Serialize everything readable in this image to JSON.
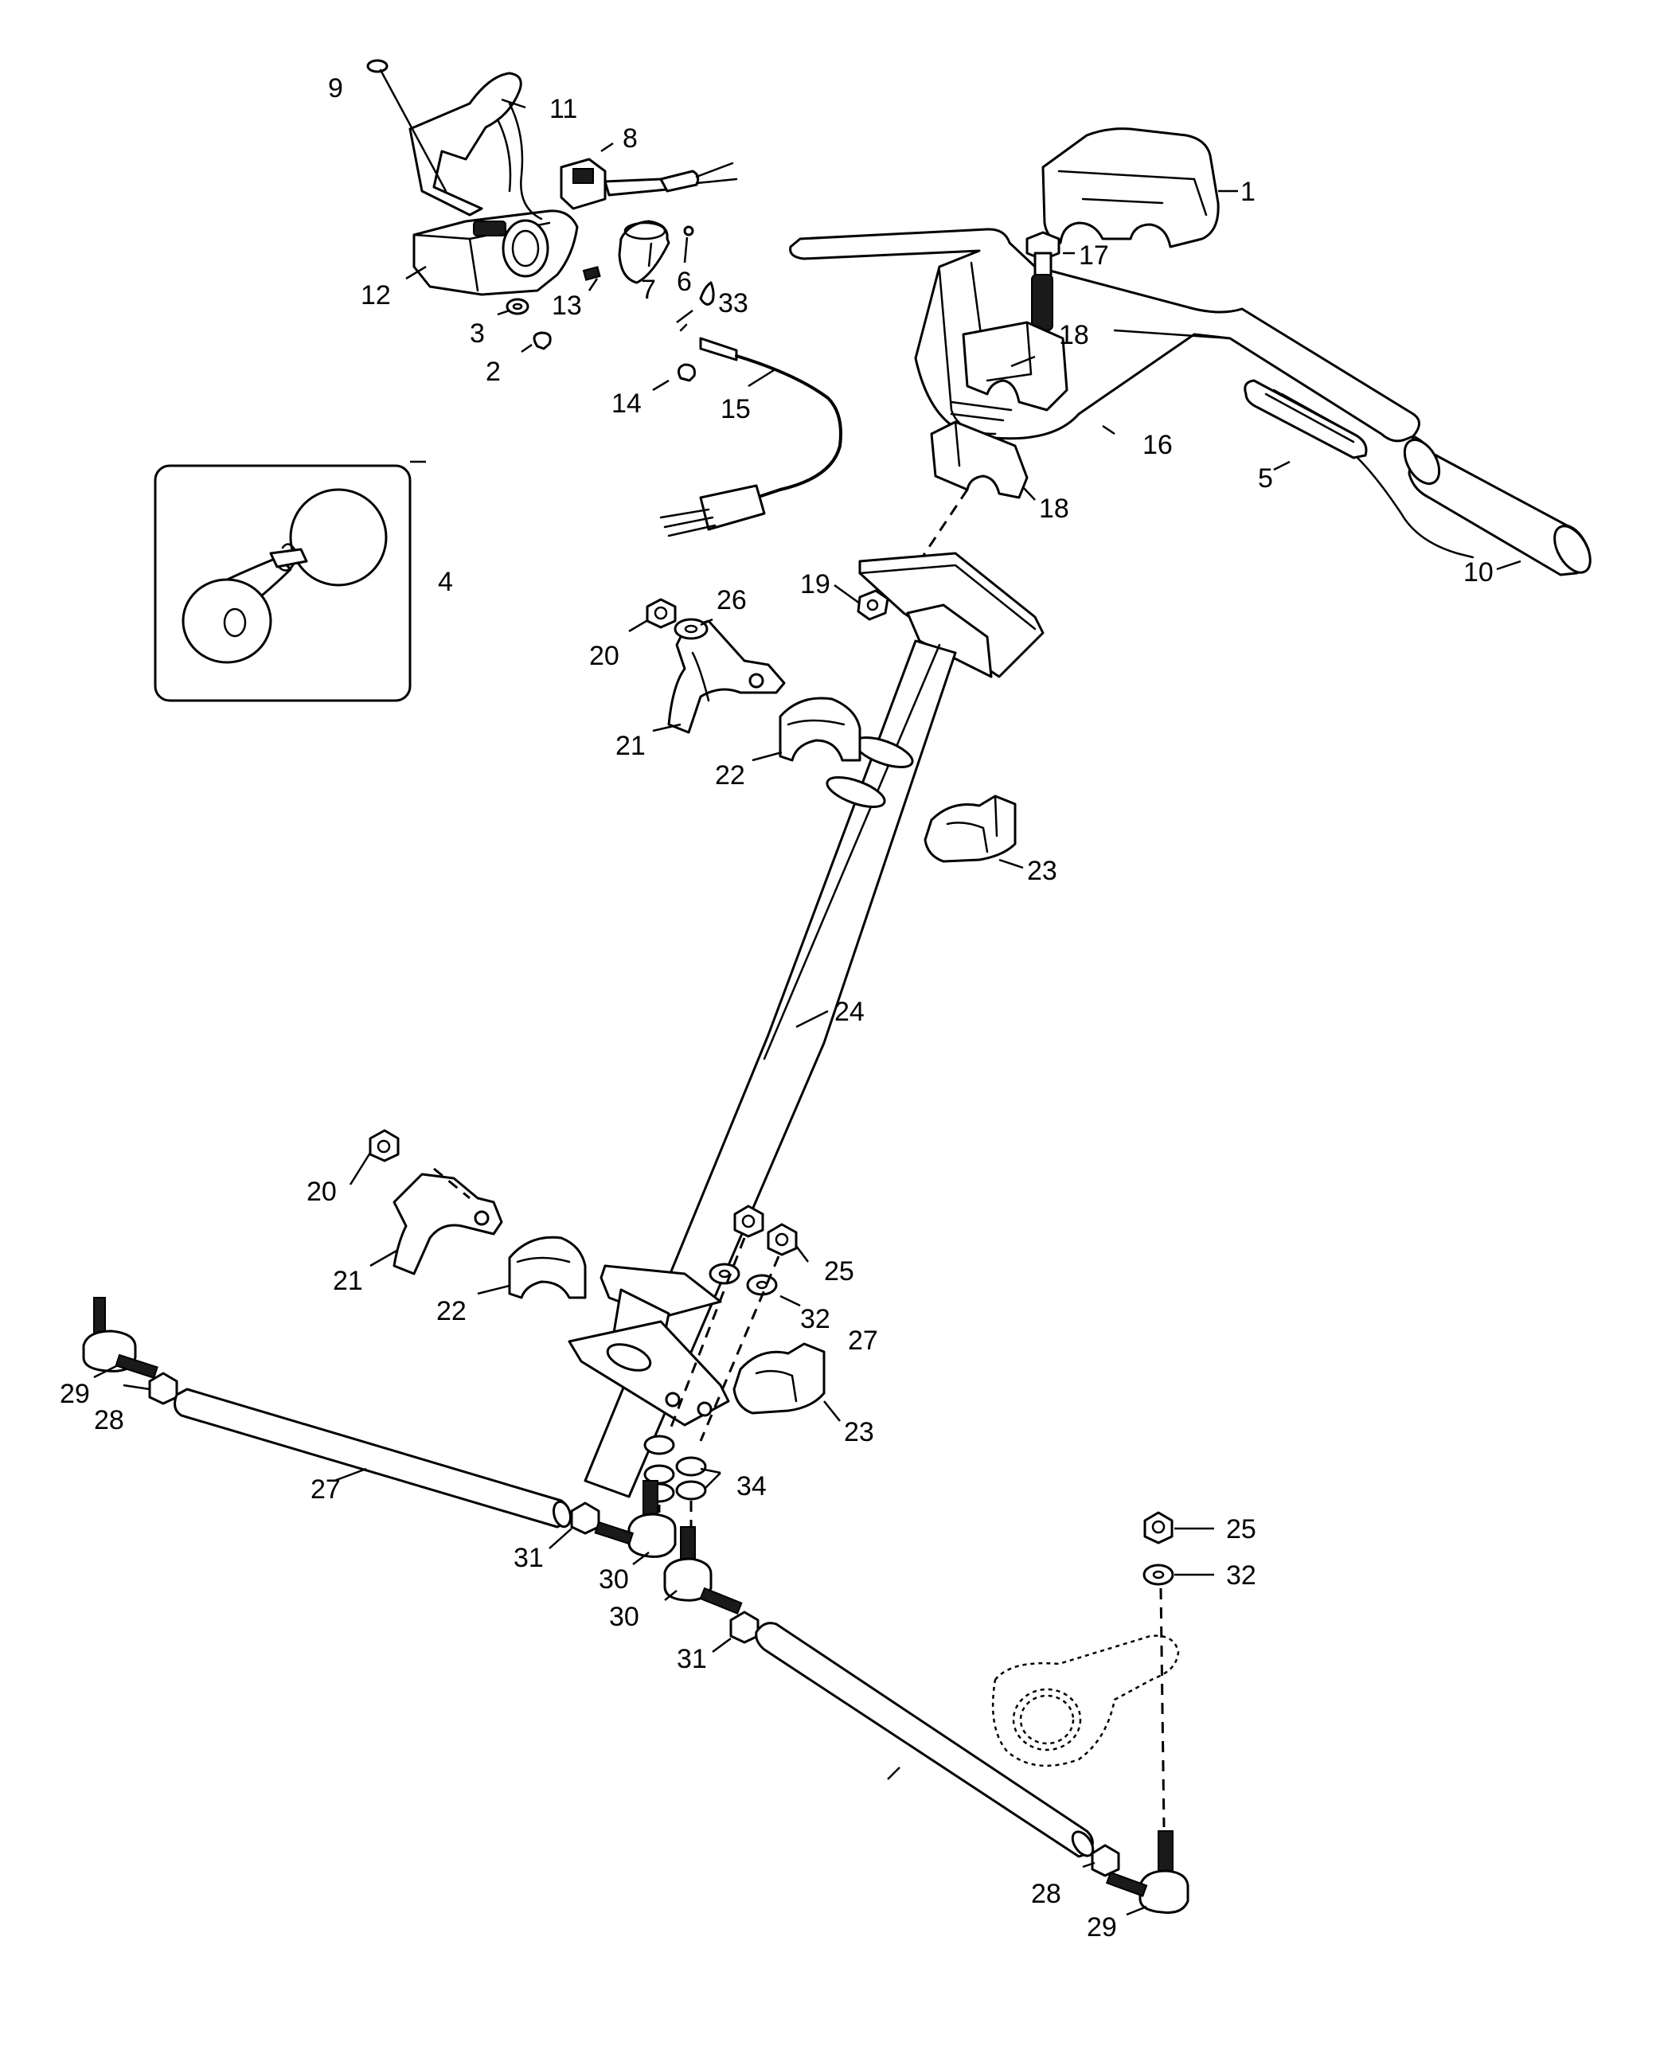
{
  "diagram": {
    "callouts": [
      {
        "id": "c1",
        "label": "1"
      },
      {
        "id": "c2",
        "label": "2"
      },
      {
        "id": "c3",
        "label": "3"
      },
      {
        "id": "c4",
        "label": "4"
      },
      {
        "id": "c5",
        "label": "5"
      },
      {
        "id": "c6",
        "label": "6"
      },
      {
        "id": "c7",
        "label": "7"
      },
      {
        "id": "c8",
        "label": "8"
      },
      {
        "id": "c9",
        "label": "9"
      },
      {
        "id": "c10",
        "label": "10"
      },
      {
        "id": "c11",
        "label": "11"
      },
      {
        "id": "c12",
        "label": "12"
      },
      {
        "id": "c13",
        "label": "13"
      },
      {
        "id": "c14",
        "label": "14"
      },
      {
        "id": "c15",
        "label": "15"
      },
      {
        "id": "c16",
        "label": "16"
      },
      {
        "id": "c17",
        "label": "17"
      },
      {
        "id": "c18a",
        "label": "18"
      },
      {
        "id": "c18b",
        "label": "18"
      },
      {
        "id": "c19",
        "label": "19"
      },
      {
        "id": "c20a",
        "label": "20"
      },
      {
        "id": "c20b",
        "label": "20"
      },
      {
        "id": "c21a",
        "label": "21"
      },
      {
        "id": "c21b",
        "label": "21"
      },
      {
        "id": "c22a",
        "label": "22"
      },
      {
        "id": "c22b",
        "label": "22"
      },
      {
        "id": "c23a",
        "label": "23"
      },
      {
        "id": "c23b",
        "label": "23"
      },
      {
        "id": "c24",
        "label": "24"
      },
      {
        "id": "c25a",
        "label": "25"
      },
      {
        "id": "c25b",
        "label": "25"
      },
      {
        "id": "c26",
        "label": "26"
      },
      {
        "id": "c27a",
        "label": "27"
      },
      {
        "id": "c27b",
        "label": "27"
      },
      {
        "id": "c28a",
        "label": "28"
      },
      {
        "id": "c28b",
        "label": "28"
      },
      {
        "id": "c29a",
        "label": "29"
      },
      {
        "id": "c29b",
        "label": "29"
      },
      {
        "id": "c30a",
        "label": "30"
      },
      {
        "id": "c30b",
        "label": "30"
      },
      {
        "id": "c31a",
        "label": "31"
      },
      {
        "id": "c31b",
        "label": "31"
      },
      {
        "id": "c32a",
        "label": "32"
      },
      {
        "id": "c32b",
        "label": "32"
      },
      {
        "id": "c33",
        "label": "33"
      },
      {
        "id": "c34",
        "label": "34"
      }
    ]
  }
}
